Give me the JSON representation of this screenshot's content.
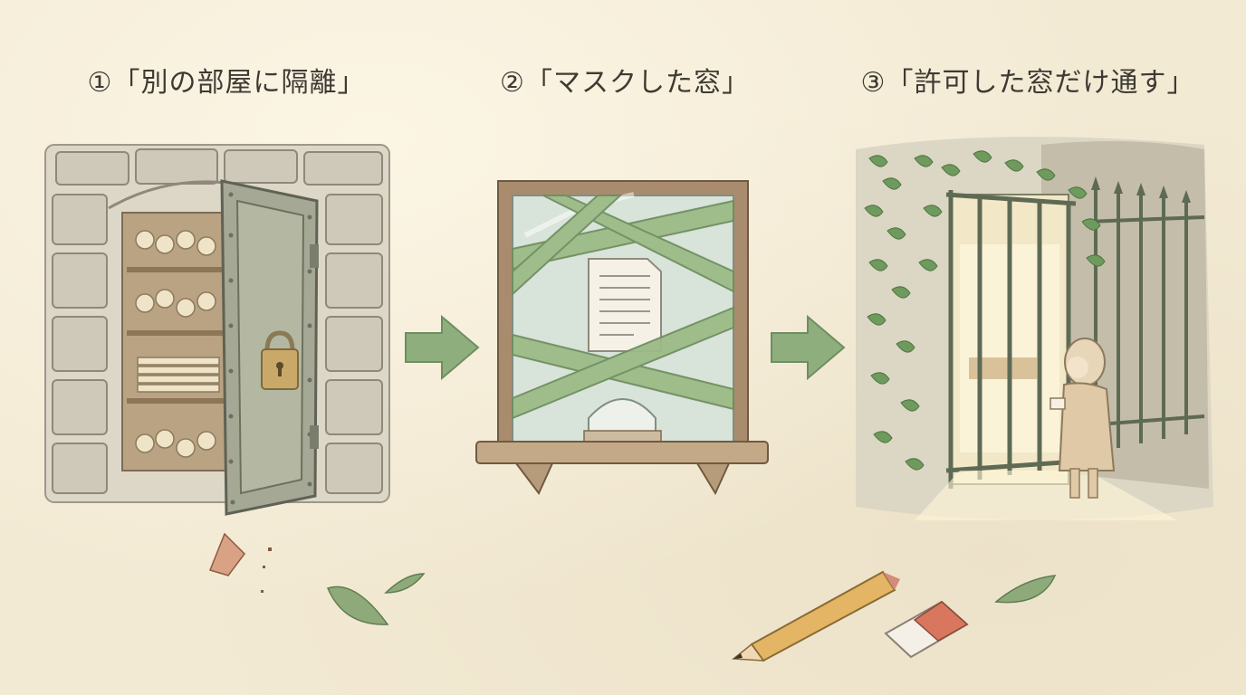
{
  "panels": [
    {
      "caption": "①「別の部屋に隔離」",
      "icon": "vault-door-icon"
    },
    {
      "caption": "②「マスクした窓」",
      "icon": "taped-window-icon"
    },
    {
      "caption": "③「許可した窓だけ通す」",
      "icon": "ivy-gate-icon"
    }
  ],
  "colors": {
    "background": "#f3ead4",
    "arrow": "#8fae7e",
    "stone": "#c9c3b3",
    "tape": "#9bbb86",
    "ivy": "#6f9a5d",
    "text": "#3e3a33"
  }
}
